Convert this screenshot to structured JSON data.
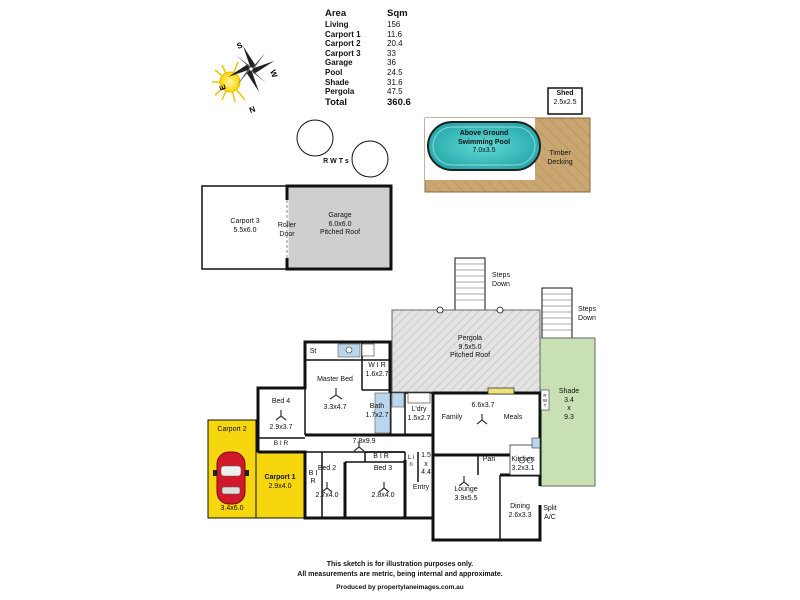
{
  "area_table": {
    "header": {
      "label": "Area",
      "unit": "Sqm"
    },
    "rows": [
      {
        "label": "Living",
        "value": "156"
      },
      {
        "label": "Carport 1",
        "value": "11.6"
      },
      {
        "label": "Carport 2",
        "value": "20.4"
      },
      {
        "label": "Carport 3",
        "value": "33"
      },
      {
        "label": "Garage",
        "value": "36"
      },
      {
        "label": "Pool",
        "value": "24.5"
      },
      {
        "label": "Shade",
        "value": "31.6"
      },
      {
        "label": "Pergola",
        "value": "47.5"
      }
    ],
    "total": {
      "label": "Total",
      "value": "360.6"
    }
  },
  "compass": {
    "n": "N",
    "s": "S",
    "e": "E",
    "w": "W"
  },
  "rooms": {
    "shed": {
      "name": "Shed",
      "dims": "2.5x2.5"
    },
    "pool": {
      "name1": "Above Ground",
      "name2": "Swimming Pool",
      "dims": "7.0x3.5"
    },
    "decking": {
      "name1": "Timber",
      "name2": "Decking"
    },
    "rwts": "R W T s",
    "carport3": {
      "name": "Carport 3",
      "dims": "5.5x6.0"
    },
    "roller": {
      "l1": "Roller",
      "l2": "Door"
    },
    "garage": {
      "name": "Garage",
      "dims": "6.0x6.0",
      "roof": "Pitched Roof"
    },
    "steps1": {
      "l1": "Steps",
      "l2": "Down"
    },
    "steps2": {
      "l1": "Steps",
      "l2": "Down"
    },
    "pergola": {
      "name": "Pergola",
      "dims": "9.5x5.0",
      "roof": "Pitched Roof"
    },
    "st": "St",
    "wir_master": {
      "name": "W I R",
      "dims": "1.6x2.7"
    },
    "master": {
      "name": "Master Bed",
      "dims": "3.3x4.7"
    },
    "bath": {
      "name": "Bath",
      "dims": "1.7x2.7"
    },
    "ldry": {
      "name": "L'dry",
      "dims": "1.5x2.7"
    },
    "family_meals": {
      "family": "Family",
      "dims": "6.6x3.7",
      "meals": "Meals"
    },
    "rwt": "R W T",
    "shade": {
      "name": "Shade",
      "w": "3.4",
      "x": "x",
      "h": "9.3"
    },
    "bed4": {
      "name": "Bed 4",
      "dims": "2.9x3.7"
    },
    "bir_bed4": "B I R",
    "hall": "7.8x9.9",
    "carport2": {
      "name": "Carport 2",
      "dims": "3.4x6.0"
    },
    "carport1": {
      "name": "Carport 1",
      "dims": "2.9x4.0"
    },
    "bed2": {
      "name": "Bed 2",
      "dims": "2.7x4.0"
    },
    "bir_vert": "B I R",
    "bir_bed3": "B I R",
    "bed3": {
      "name": "Bed 3",
      "dims": "2.8x4.0"
    },
    "lin": "L i n",
    "entry_dims": {
      "a": "1.5",
      "x": "x",
      "b": "4.4"
    },
    "entry": "Entry",
    "pan": "Pan",
    "kitchen": {
      "name": "Kitchen",
      "dims": "3.2x3.1"
    },
    "lounge": {
      "name": "Lounge",
      "dims": "3.9x5.5"
    },
    "dining": {
      "name": "Dining",
      "dims": "2.6x3.3"
    },
    "split": {
      "l1": "Split",
      "l2": "A/C"
    }
  },
  "notes": {
    "line1": "This sketch is for illustration purposes only.",
    "line2": "All measurements are metric, being internal and approximate."
  },
  "credit": "Produced by propertylaneimages.com.au",
  "colors": {
    "carport": "#f5d60f",
    "shade": "#c9dfb4",
    "garage": "#cfcfcf",
    "deck": "#c8a770",
    "pool": "#2fbfbf",
    "wet": "#b9d6ee"
  }
}
